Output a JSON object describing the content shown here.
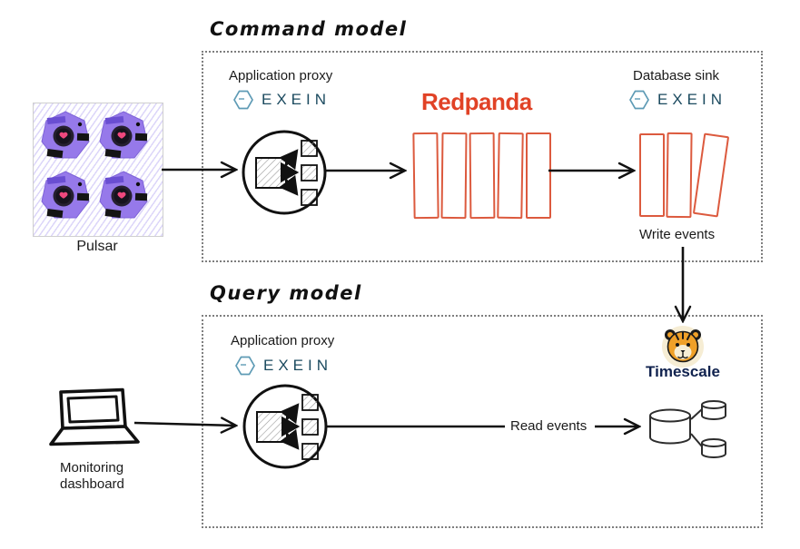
{
  "diagram": {
    "sources": {
      "pulsar_label": "Pulsar"
    },
    "clients": {
      "monitoring_label": "Monitoring\ndashboard"
    },
    "command_model": {
      "title": "Command model",
      "application_proxy": {
        "label": "Application proxy",
        "brand": "EXEIN"
      },
      "broker": {
        "brand": "Redpanda",
        "partition_count": 5
      },
      "database_sink": {
        "label": "Database sink",
        "brand": "EXEIN",
        "partition_count": 3,
        "annotation": "Write events"
      }
    },
    "query_model": {
      "title": "Query model",
      "application_proxy": {
        "label": "Application proxy",
        "brand": "EXEIN"
      },
      "database": {
        "brand": "Timescale",
        "annotation": "Read events"
      }
    }
  },
  "icons": {
    "exein": "hexagon-outline-icon",
    "timescale": "tiger-icon",
    "pulsar": "robot-icon",
    "monitoring": "laptop-icon",
    "database": "cylinder-cluster-icon",
    "proxy": "fanout-circle-icon",
    "queue": "partition-rectangles-icon"
  },
  "colors": {
    "redpanda_brand": "#E14226",
    "queue_outline": "#DC5A3E",
    "exein_brand": "#1B4A5F",
    "exein_icon": "#5E9BB5",
    "timescale_brand": "#10224E",
    "robot_purple": "#9679EA",
    "arrow": "#111111",
    "box_border": "#7E7E7E"
  }
}
